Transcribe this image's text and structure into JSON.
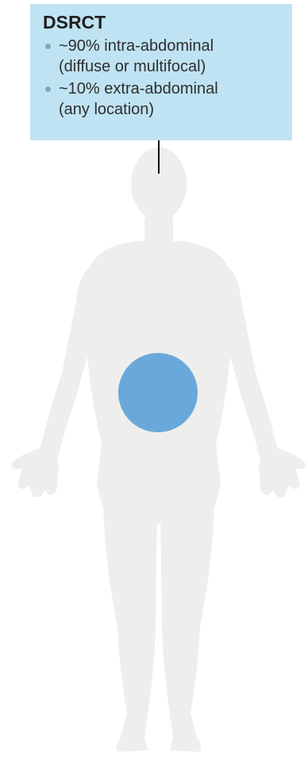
{
  "callout": {
    "title": "DSRCT",
    "items": [
      {
        "line1": "~90% intra-abdominal",
        "line2": "(diffuse or multifocal)"
      },
      {
        "line1": "~10% extra-abdominal",
        "line2": "(any location)"
      }
    ]
  },
  "colors": {
    "callout_background": "#bfe3f2",
    "body_silhouette": "#eeeeec",
    "tumor_marker": "#6aa8db",
    "connector": "#111111"
  }
}
